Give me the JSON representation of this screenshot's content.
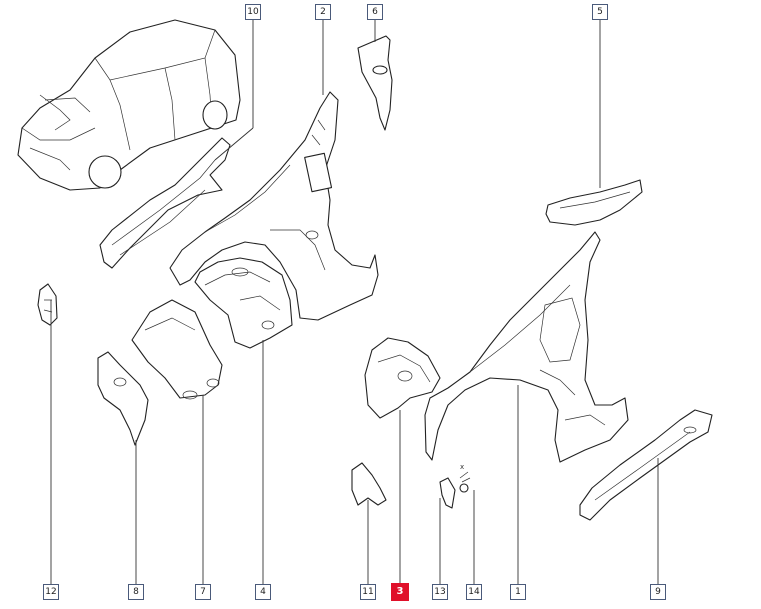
{
  "callouts": {
    "c10": "10",
    "c2": "2",
    "c6": "6",
    "c5": "5",
    "c12": "12",
    "c8": "8",
    "c7": "7",
    "c4": "4",
    "c11": "11",
    "c3": "3",
    "c13": "13",
    "c14": "14",
    "c1": "1",
    "c9": "9"
  },
  "selected_callout": "3",
  "small_mark": "x",
  "colors": {
    "selected": "#e0102a",
    "line": "#222222"
  }
}
